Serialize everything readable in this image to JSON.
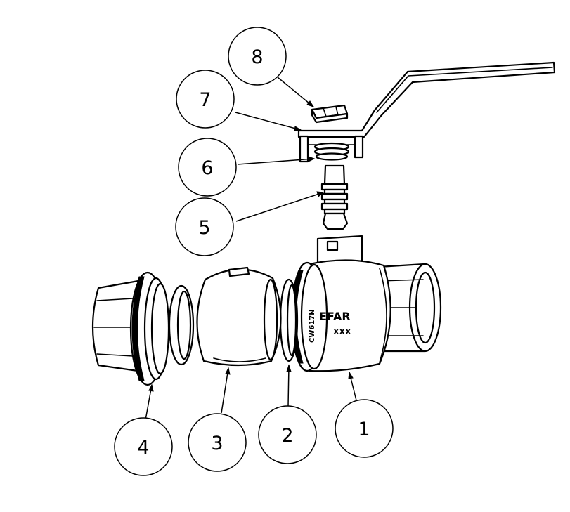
{
  "callouts": [
    {
      "id": "8",
      "label": "8"
    },
    {
      "id": "7",
      "label": "7"
    },
    {
      "id": "6",
      "label": "6"
    },
    {
      "id": "5",
      "label": "5"
    },
    {
      "id": "4",
      "label": "4"
    },
    {
      "id": "3",
      "label": "3"
    },
    {
      "id": "2",
      "label": "2"
    },
    {
      "id": "1",
      "label": "1"
    }
  ],
  "body_markings": {
    "brand": "EFAR",
    "code": "XXX",
    "material": "CW617N"
  },
  "colors": {
    "line": "#000000",
    "fill": "#ffffff"
  }
}
